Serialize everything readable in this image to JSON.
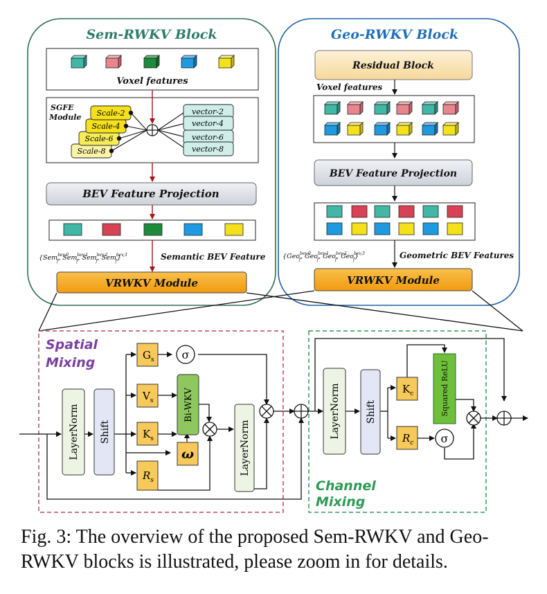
{
  "sem_block": {
    "title": "Sem-RWKV Block",
    "voxel_features": "Voxel features",
    "sgfe_line1": "SGFE",
    "sgfe_line2": "Module",
    "scales": [
      "Scale-2",
      "Scale-4",
      "Scale-6",
      "Scale-8"
    ],
    "vectors": [
      "vector-2",
      "vector-4",
      "vector-6",
      "vector-8"
    ],
    "bev_projection": "BEV Feature Projection",
    "bev_feature_label": "Semantic BEV Feature",
    "vrwkv": "VRWKV Module",
    "title_color": "#2e7d6a"
  },
  "geo_block": {
    "title": "Geo-RWKV Block",
    "residual": "Residual Block",
    "voxel_features": "Voxel features",
    "bev_projection": "BEV Feature Projection",
    "bev_feature_label": "Geometric BEV Features",
    "vrwkv": "VRWKV Module",
    "title_color": "#1e6fb8"
  },
  "mixing": {
    "spatial_line1": "Spatial",
    "spatial_line2": "Mixing",
    "channel_line1": "Channel",
    "channel_line2": "Mixing",
    "layernorm": "LayerNorm",
    "shift": "Shift",
    "g": "G",
    "v": "V",
    "k": "K",
    "r": "R",
    "sub_s": "s",
    "sub_c": "c",
    "biwkv": "Bi-WKV",
    "omega": "ω",
    "sigma": "σ",
    "squared_relu": "Squared ReLU",
    "otimes": "⊗",
    "oplus": "⊕",
    "spatial_color": "#7b3fa0",
    "channel_color": "#2e9a56"
  },
  "caption": "Fig. 3: The overview of the proposed Sem-RWKV and Geo-RWKV blocks is illustrated, please zoom in for details.",
  "colors": {
    "teal": "#41b7a6",
    "pink": "#e8868e",
    "green": "#1e8a3c",
    "blue": "#1d9ae0",
    "yellow": "#f4e11b",
    "red": "#d94155",
    "orange": "#f5a31a",
    "shift_fill": "#e3e6f5",
    "ln_fill": "#eef4e4",
    "yellow_box": "#f7c85a",
    "green_box": "#8fc75f"
  }
}
